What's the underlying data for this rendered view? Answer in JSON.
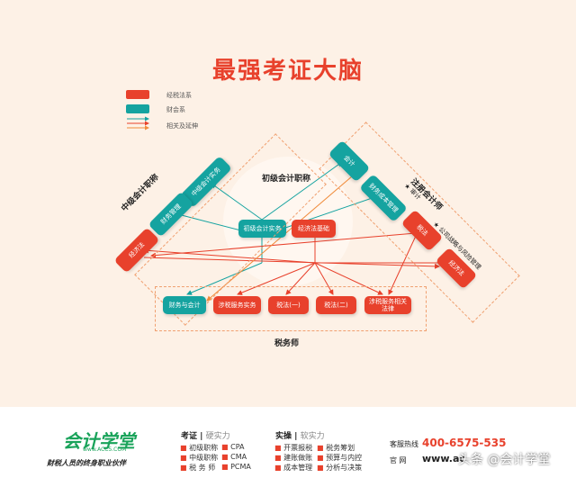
{
  "title": "最强考证大脑",
  "legend": {
    "items": [
      {
        "label": "经税法系",
        "color": "#e8412c",
        "kind": "box"
      },
      {
        "label": "财会系",
        "color": "#15a3a0",
        "kind": "box"
      },
      {
        "label": "相关及延伸",
        "colors": [
          "#15a3a0",
          "#e8412c",
          "#f08c3c"
        ],
        "kind": "arrows"
      }
    ]
  },
  "center": {
    "label": "初级会计职称",
    "boxes": [
      {
        "label": "初级会计实务",
        "color": "teal"
      },
      {
        "label": "经济法基础",
        "color": "red"
      }
    ]
  },
  "left_group": {
    "label": "中级会计职称",
    "boxes": [
      {
        "label": "中级会计实务",
        "color": "teal"
      },
      {
        "label": "财务管理",
        "color": "teal"
      },
      {
        "label": "经济法",
        "color": "red"
      }
    ]
  },
  "right_group": {
    "label": "注册会计师",
    "boxes": [
      {
        "label": "会计",
        "color": "teal"
      },
      {
        "label": "财务成本管理",
        "color": "teal"
      },
      {
        "label": "税法",
        "color": "red"
      },
      {
        "label": "经济法",
        "color": "red"
      }
    ],
    "starred": [
      {
        "label": "审计"
      },
      {
        "label": "公司战略与风险管理"
      }
    ]
  },
  "bottom_group": {
    "label": "税务师",
    "boxes": [
      {
        "label": "财务与会计",
        "color": "teal"
      },
      {
        "label": "涉税服务实务",
        "color": "red"
      },
      {
        "label": "税法(一)",
        "color": "red"
      },
      {
        "label": "税法(二)",
        "color": "red"
      },
      {
        "label": "涉税服务相关法律",
        "color": "red"
      }
    ]
  },
  "footer": {
    "logo": "会计学堂",
    "logo_url": "www.ACC5.COM",
    "slogan": "财税人员的终身职业伙伴",
    "exam": {
      "head": "考证",
      "sub": "硬实力",
      "col1": [
        "初级职称",
        "中级职称",
        "税 务 师"
      ],
      "col2": [
        "CPA",
        "CMA",
        "PCMA"
      ]
    },
    "practice": {
      "head": "实操",
      "sub": "软实力",
      "col1": [
        "开票报税",
        "建账做账",
        "成本管理"
      ],
      "col2": [
        "税务筹划",
        "预算与内控",
        "分析与决策"
      ]
    },
    "hotline_label": "客服热线",
    "hotline": "400-6575-535",
    "site_label": "官 网",
    "site": "www.ac",
    "watermark": "头条 @会计学堂"
  }
}
